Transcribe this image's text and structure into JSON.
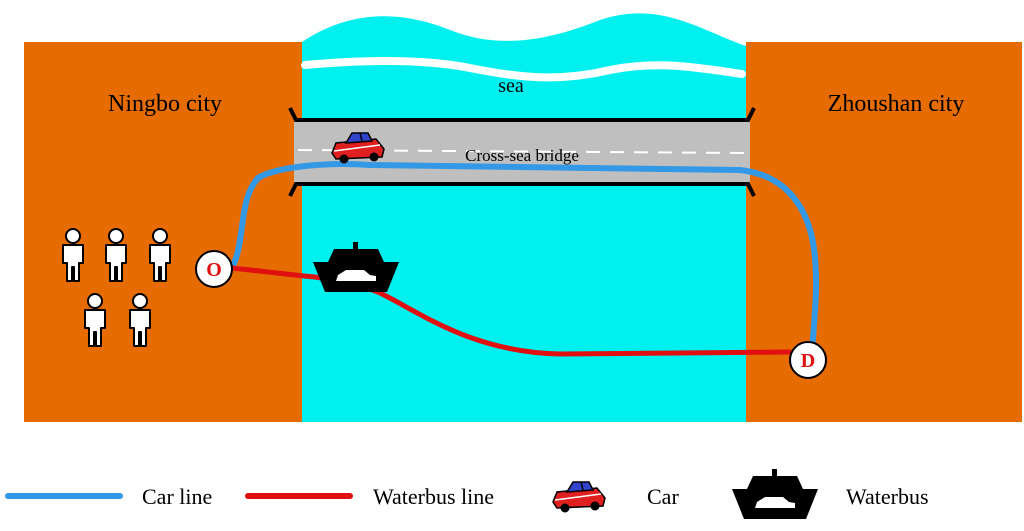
{
  "regions": {
    "left_city": "Ningbo city",
    "right_city": "Zhoushan city",
    "sea": "sea",
    "bridge": "Cross-sea bridge"
  },
  "nodes": {
    "origin": "O",
    "destination": "D"
  },
  "colors": {
    "land": "#e66c00",
    "sea": "#00f0f0",
    "bridge": "#bfbfbf",
    "car_line": "#3399e6",
    "waterbus_line": "#e01010",
    "car_body": "#e02020",
    "car_window": "#3344cc",
    "node_text": "#e01010"
  },
  "icons": {
    "people": "person-icon",
    "car": "car-icon",
    "waterbus": "ferry-icon"
  },
  "legend": {
    "car_line": "Car line",
    "waterbus_line": "Waterbus line",
    "car": "Car",
    "waterbus": "Waterbus"
  }
}
